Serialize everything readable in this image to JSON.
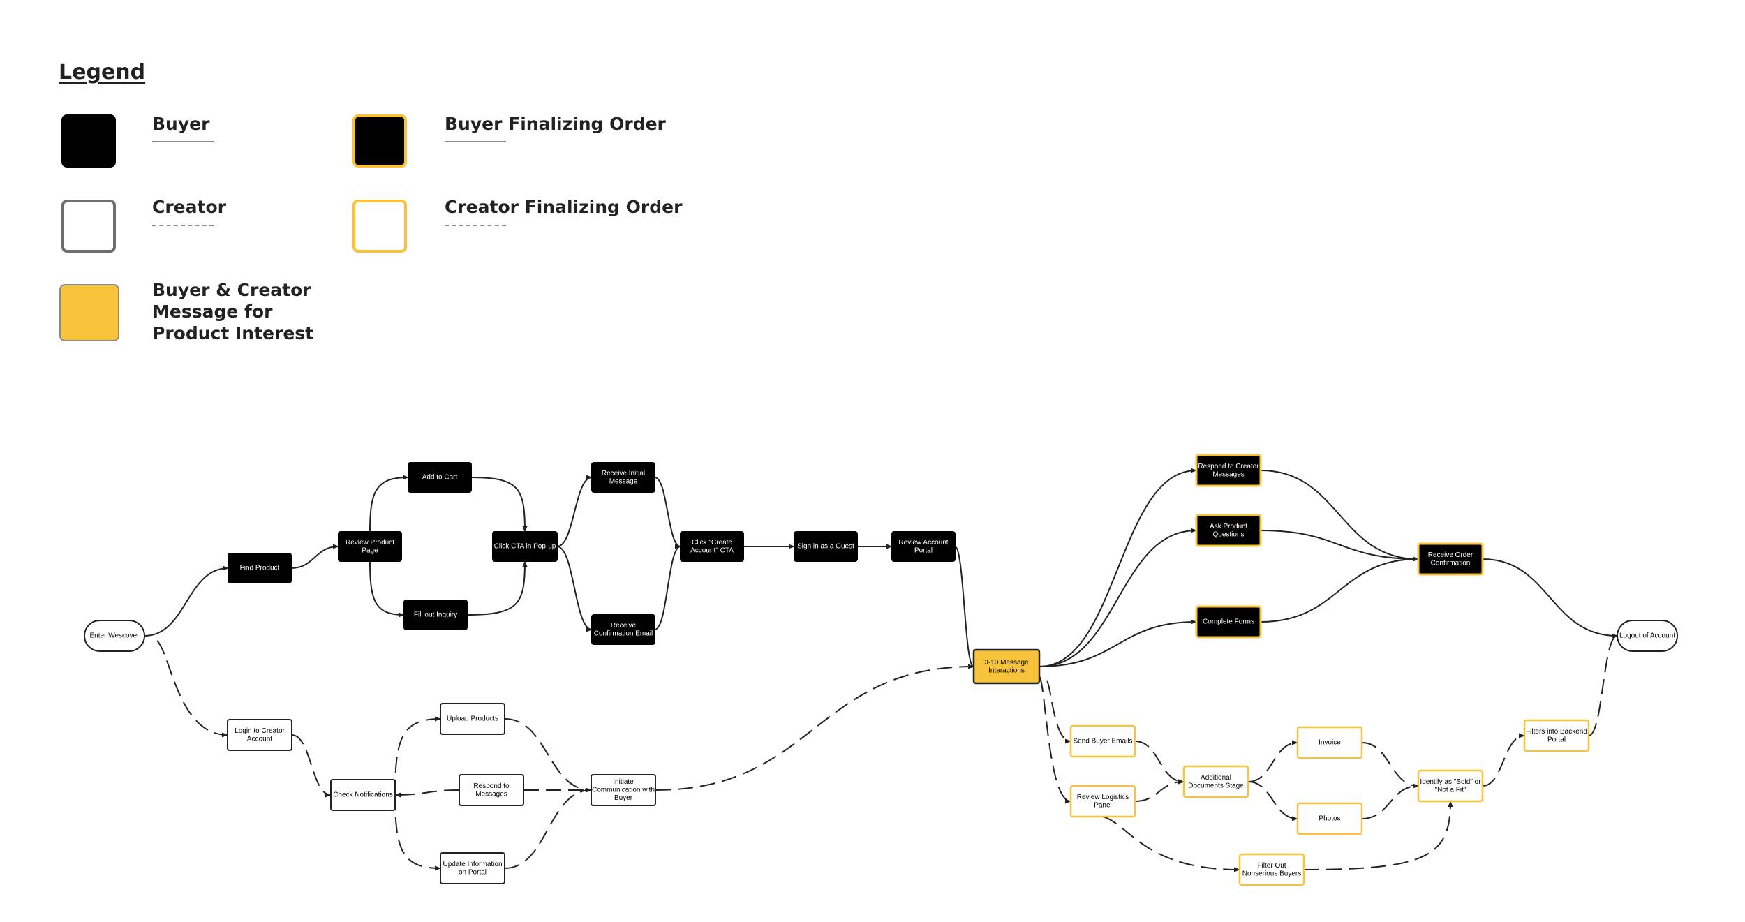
{
  "legend": {
    "heading": "Legend",
    "items": [
      {
        "label": "Buyer",
        "fill": "#000000",
        "stroke": "#000000",
        "line": "solid"
      },
      {
        "label": "Buyer Finalizing Order",
        "fill": "#000000",
        "stroke": "#F8C23A",
        "line": "solid"
      },
      {
        "label": "Creator",
        "fill": "#FFFFFF",
        "stroke": "#6E6E6E",
        "line": "dashed"
      },
      {
        "label": "Creator Finalizing Order",
        "fill": "#FFFFFF",
        "stroke": "#F8C23A",
        "line": "dashed"
      },
      {
        "label": "Buyer & Creator Message for Product Interest",
        "label_lines": [
          "Buyer & Creator",
          "Message for",
          "Product Interest"
        ],
        "fill": "#F8C23A",
        "stroke": "#8A8A8A",
        "line": "none"
      }
    ]
  },
  "colors": {
    "black": "#000000",
    "yellow": "#F8C23A",
    "white": "#FFFFFF",
    "line": "#222222"
  },
  "nodes": [
    {
      "id": "enter",
      "lines": [
        "Enter Wescover"
      ],
      "style": "terminal"
    },
    {
      "id": "find",
      "lines": [
        "Find Product"
      ],
      "style": "buyer"
    },
    {
      "id": "review-product",
      "lines": [
        "Review Product",
        "Page"
      ],
      "style": "buyer"
    },
    {
      "id": "add-cart",
      "lines": [
        "Add to Cart"
      ],
      "style": "buyer"
    },
    {
      "id": "fill-inquiry",
      "lines": [
        "Fill out Inquiry"
      ],
      "style": "buyer"
    },
    {
      "id": "click-cta",
      "lines": [
        "Click CTA in Pop-up"
      ],
      "style": "buyer"
    },
    {
      "id": "receive-initial",
      "lines": [
        "Receive Initial",
        "Message"
      ],
      "style": "buyer"
    },
    {
      "id": "receive-confirm",
      "lines": [
        "Receive",
        "Confirmation Email"
      ],
      "style": "buyer"
    },
    {
      "id": "click-create",
      "lines": [
        "Click \"Create",
        "Account\"  CTA"
      ],
      "style": "buyer"
    },
    {
      "id": "sign-guest",
      "lines": [
        "Sign in as a Guest"
      ],
      "style": "buyer"
    },
    {
      "id": "review-account",
      "lines": [
        "Review Account",
        "Portal"
      ],
      "style": "buyer"
    },
    {
      "id": "messages",
      "lines": [
        "3-10  Message",
        "Interactions"
      ],
      "style": "message"
    },
    {
      "id": "respond-creator",
      "lines": [
        "Respond to Creator",
        "Messages"
      ],
      "style": "buyer-final"
    },
    {
      "id": "ask-questions",
      "lines": [
        "Ask Product",
        "Questions"
      ],
      "style": "buyer-final"
    },
    {
      "id": "complete-forms",
      "lines": [
        "Complete Forms"
      ],
      "style": "buyer-final"
    },
    {
      "id": "receive-order",
      "lines": [
        "Receive Order",
        "Confirmation"
      ],
      "style": "buyer-final"
    },
    {
      "id": "logout",
      "lines": [
        "Logout of Account"
      ],
      "style": "terminal"
    },
    {
      "id": "login-creator",
      "lines": [
        "Login to Creator",
        "Account"
      ],
      "style": "creator"
    },
    {
      "id": "check-notif",
      "lines": [
        "Check Notifications"
      ],
      "style": "creator"
    },
    {
      "id": "upload",
      "lines": [
        "Upload Products"
      ],
      "style": "creator"
    },
    {
      "id": "respond-msgs",
      "lines": [
        "Respond to",
        "Messages"
      ],
      "style": "creator"
    },
    {
      "id": "update-info",
      "lines": [
        "Update Information",
        "on Portal"
      ],
      "style": "creator"
    },
    {
      "id": "initiate",
      "lines": [
        "Initiate",
        "Communication with",
        "Buyer"
      ],
      "style": "creator"
    },
    {
      "id": "send-emails",
      "lines": [
        "Send Buyer Emails"
      ],
      "style": "creator-final"
    },
    {
      "id": "review-logistics",
      "lines": [
        "Review Logistics",
        "Panel"
      ],
      "style": "creator-final"
    },
    {
      "id": "additional-docs",
      "lines": [
        "Additional",
        "Documents Stage"
      ],
      "style": "creator-final"
    },
    {
      "id": "invoice",
      "lines": [
        "Invoice"
      ],
      "style": "creator-final"
    },
    {
      "id": "photos",
      "lines": [
        "Photos"
      ],
      "style": "creator-final"
    },
    {
      "id": "identify",
      "lines": [
        "Identify as  \"Sold\" or",
        "\"Not a Fit\""
      ],
      "style": "creator-final"
    },
    {
      "id": "filters-backend",
      "lines": [
        "Filters into Backend",
        "Portal"
      ],
      "style": "creator-final"
    },
    {
      "id": "filter-out",
      "lines": [
        "Filter Out",
        "Nonserious Buyers"
      ],
      "style": "creator-final"
    }
  ],
  "edges": [
    {
      "from": "enter",
      "to": "find",
      "line": "solid"
    },
    {
      "from": "find",
      "to": "review-product",
      "line": "solid"
    },
    {
      "from": "review-product",
      "to": "add-cart",
      "line": "solid"
    },
    {
      "from": "review-product",
      "to": "fill-inquiry",
      "line": "solid"
    },
    {
      "from": "add-cart",
      "to": "click-cta",
      "line": "solid"
    },
    {
      "from": "fill-inquiry",
      "to": "click-cta",
      "line": "solid"
    },
    {
      "from": "click-cta",
      "to": "receive-initial",
      "line": "solid"
    },
    {
      "from": "click-cta",
      "to": "receive-confirm",
      "line": "solid"
    },
    {
      "from": "receive-initial",
      "to": "click-create",
      "line": "solid"
    },
    {
      "from": "receive-confirm",
      "to": "click-create",
      "line": "solid"
    },
    {
      "from": "click-create",
      "to": "sign-guest",
      "line": "solid"
    },
    {
      "from": "sign-guest",
      "to": "review-account",
      "line": "solid"
    },
    {
      "from": "review-account",
      "to": "messages",
      "line": "solid"
    },
    {
      "from": "messages",
      "to": "respond-creator",
      "line": "solid"
    },
    {
      "from": "messages",
      "to": "ask-questions",
      "line": "solid"
    },
    {
      "from": "messages",
      "to": "complete-forms",
      "line": "solid"
    },
    {
      "from": "respond-creator",
      "to": "receive-order",
      "line": "solid"
    },
    {
      "from": "ask-questions",
      "to": "receive-order",
      "line": "solid"
    },
    {
      "from": "complete-forms",
      "to": "receive-order",
      "line": "solid"
    },
    {
      "from": "receive-order",
      "to": "logout",
      "line": "solid"
    },
    {
      "from": "enter",
      "to": "login-creator",
      "line": "dashed"
    },
    {
      "from": "login-creator",
      "to": "check-notif",
      "line": "dashed"
    },
    {
      "from": "check-notif",
      "to": "upload",
      "line": "dashed"
    },
    {
      "from": "respond-msgs",
      "to": "check-notif",
      "line": "dashed"
    },
    {
      "from": "check-notif",
      "to": "update-info",
      "line": "dashed"
    },
    {
      "from": "upload",
      "to": "initiate",
      "line": "dashed"
    },
    {
      "from": "respond-msgs",
      "to": "initiate",
      "line": "dashed"
    },
    {
      "from": "update-info",
      "to": "initiate",
      "line": "dashed"
    },
    {
      "from": "initiate",
      "to": "messages",
      "line": "dashed"
    },
    {
      "from": "messages",
      "to": "send-emails",
      "line": "dashed"
    },
    {
      "from": "messages",
      "to": "review-logistics",
      "line": "dashed"
    },
    {
      "from": "send-emails",
      "to": "additional-docs",
      "line": "dashed"
    },
    {
      "from": "review-logistics",
      "to": "additional-docs",
      "line": "dashed"
    },
    {
      "from": "additional-docs",
      "to": "invoice",
      "line": "dashed"
    },
    {
      "from": "additional-docs",
      "to": "photos",
      "line": "dashed"
    },
    {
      "from": "invoice",
      "to": "identify",
      "line": "dashed"
    },
    {
      "from": "photos",
      "to": "identify",
      "line": "dashed"
    },
    {
      "from": "review-logistics",
      "to": "filter-out",
      "line": "dashed"
    },
    {
      "from": "filter-out",
      "to": "identify",
      "line": "dashed"
    },
    {
      "from": "identify",
      "to": "filters-backend",
      "line": "dashed"
    },
    {
      "from": "filters-backend",
      "to": "logout",
      "line": "dashed"
    }
  ]
}
